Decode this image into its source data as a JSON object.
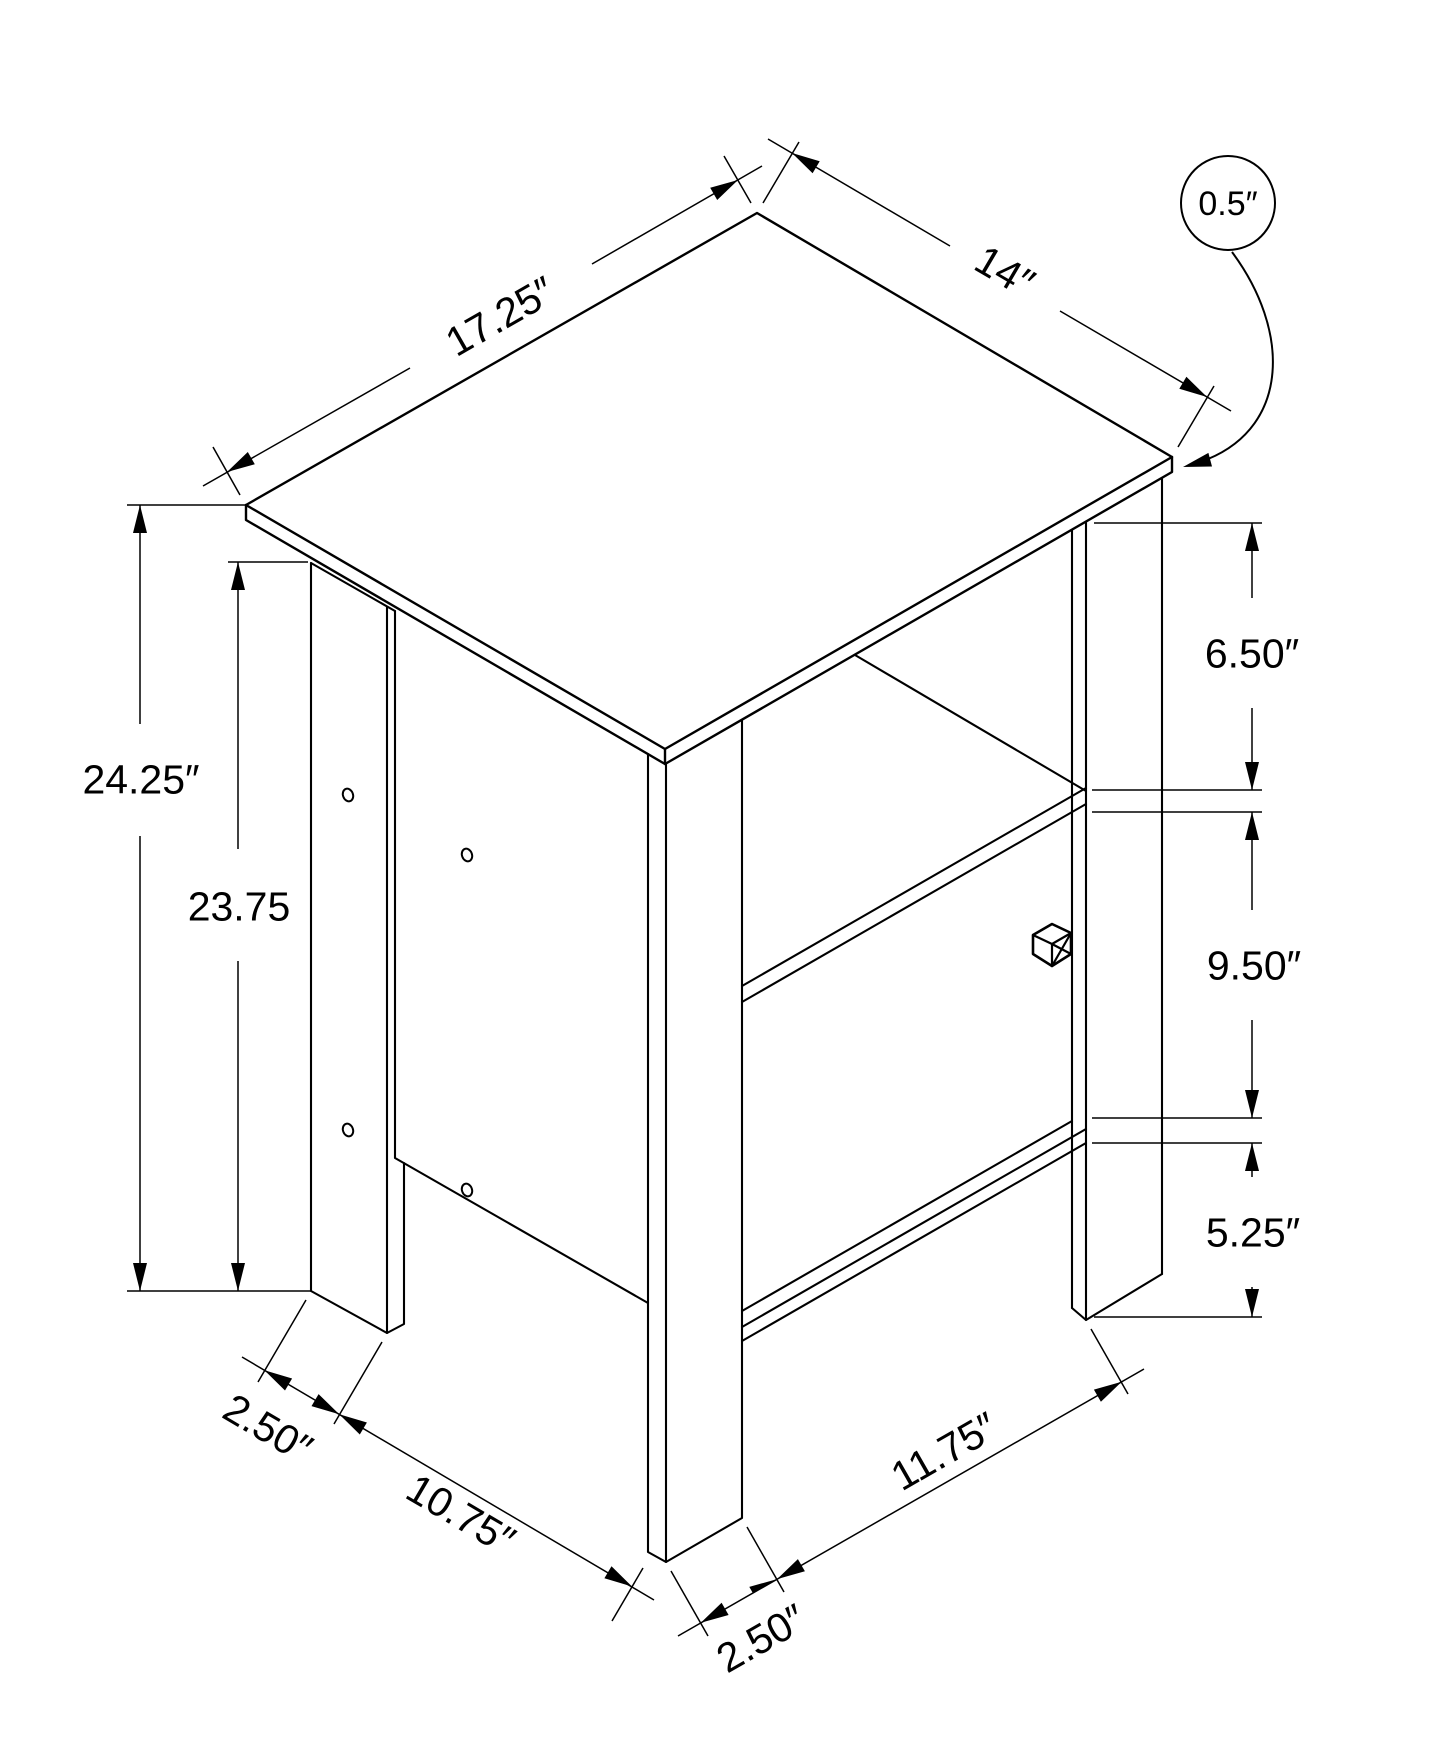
{
  "diagram": {
    "type": "isometric dimensioned technical line drawing",
    "subject": "accent end table / nightstand with open shelf and cabinet door",
    "background_color": "#ffffff",
    "line_color": "#000000",
    "labels": {
      "top_width": "17.25″",
      "top_depth": "14″",
      "top_thickness": "0.5″",
      "overall_height": "24.25″",
      "under_top_height": "23.75",
      "shelf_opening_height": "6.50″",
      "door_height": "9.50″",
      "bottom_clearance": "5.25″",
      "rear_leg_width": "2.50″",
      "side_opening_width": "10.75″",
      "front_opening_width": "11.75″",
      "front_leg_width": "2.50″"
    },
    "parts": [
      "tabletop",
      "rear-left-leg",
      "left-side-panel",
      "screw-holes",
      "front-left-leg",
      "open-shelf",
      "cabinet-door",
      "door-knob",
      "bottom-board",
      "right-front-leg"
    ]
  }
}
